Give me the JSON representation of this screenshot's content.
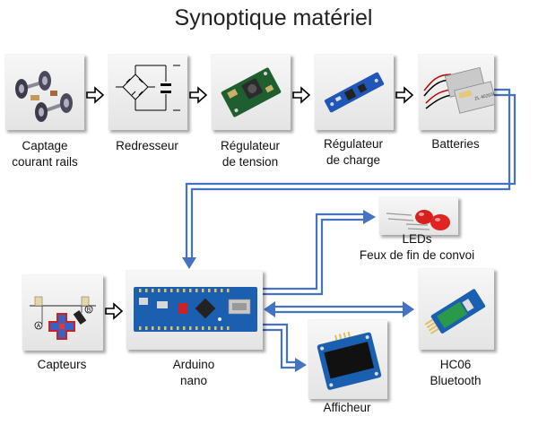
{
  "title": "Synoptique matériel",
  "colors": {
    "connector": "#4472c4",
    "outline_arrow": "#000000",
    "box_top": "#f7f7f7",
    "box_bottom": "#e4e4e4"
  },
  "components": {
    "captage": {
      "line1": "Captage",
      "line2": "courant rails",
      "icon": "wheelset-image"
    },
    "redresseur": {
      "line1": "Redresseur",
      "icon": "bridge-rectifier-schematic"
    },
    "reg_tension": {
      "line1": "Régulateur",
      "line2": "de tension",
      "icon": "voltage-regulator-board"
    },
    "reg_charge": {
      "line1": "Régulateur",
      "line2": "de charge",
      "icon": "charge-controller-board"
    },
    "batteries": {
      "line1": "Batteries",
      "icon": "lipo-battery-pack",
      "battery_text": "ZL 402030"
    },
    "capteurs": {
      "line1": "Capteurs",
      "icon": "reed-sensor-diagram",
      "marker_a": "A",
      "marker_b": "B"
    },
    "arduino": {
      "line1": "Arduino",
      "line2": "nano",
      "icon": "arduino-nano-board"
    },
    "leds": {
      "line1": "LEDs",
      "line2": "Feux de fin de convoi",
      "icon": "red-led-pair"
    },
    "hc06": {
      "line1": "HC06",
      "line2": "Bluetooth",
      "icon": "hc06-module"
    },
    "afficheur": {
      "line1": "Afficheur",
      "icon": "oled-display-module"
    }
  }
}
